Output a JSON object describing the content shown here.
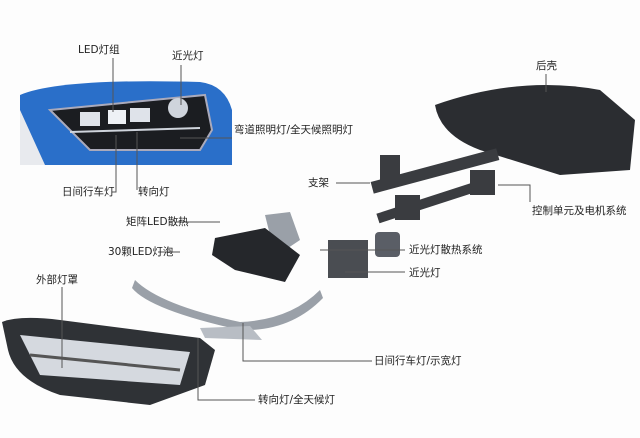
{
  "labels": {
    "led_group": "LED灯组",
    "low_beam_top": "近光灯",
    "rear_housing": "后壳",
    "cornering_light": "弯道照明灯/全天候照明灯",
    "drl_top": "日间行车灯",
    "turn_top": "转向灯",
    "bracket": "支架",
    "control_unit": "控制单元及电机系统",
    "matrix_heatsink": "矩阵LED散热",
    "led_30": "30颗LED灯泡",
    "outer_lens": "外部灯罩",
    "low_beam_heatsink": "近光灯散热系统",
    "low_beam": "近光灯",
    "drl_position": "日间行车灯/示宽灯",
    "turn_allweather": "转向灯/全天候灯"
  },
  "colors": {
    "car_blue": "#2a6fc9",
    "part_dark": "#2b2d31",
    "part_gray": "#8a8f96",
    "line": "#555555"
  }
}
